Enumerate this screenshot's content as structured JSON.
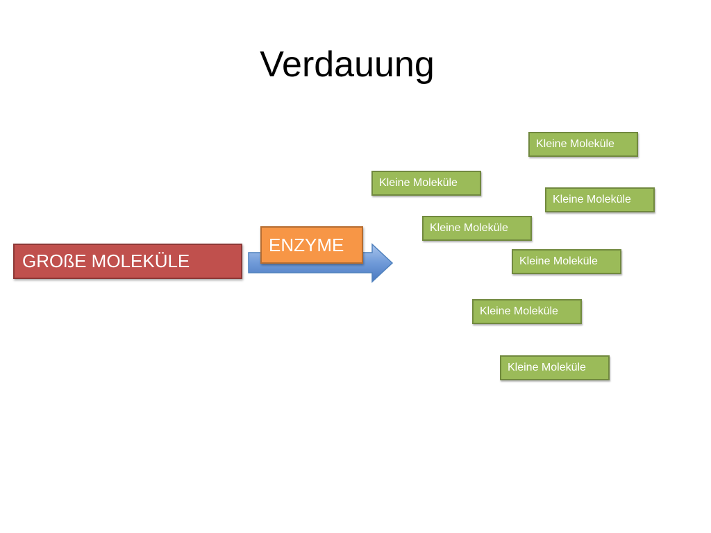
{
  "slide": {
    "title": "Verdauung"
  },
  "diagram": {
    "input_label": "GROßE MOLEKÜLE",
    "enzyme_label": "ENZYME",
    "products": [
      "Kleine Moleküle",
      "Kleine Moleküle",
      "Kleine Moleküle",
      "Kleine Moleküle",
      "Kleine Moleküle",
      "Kleine Moleküle",
      "Kleine Moleküle"
    ]
  },
  "colors": {
    "input_box": "#c0504d",
    "enzyme_box": "#f79646",
    "product_box": "#9bbb59",
    "arrow": "#4f81bd"
  }
}
